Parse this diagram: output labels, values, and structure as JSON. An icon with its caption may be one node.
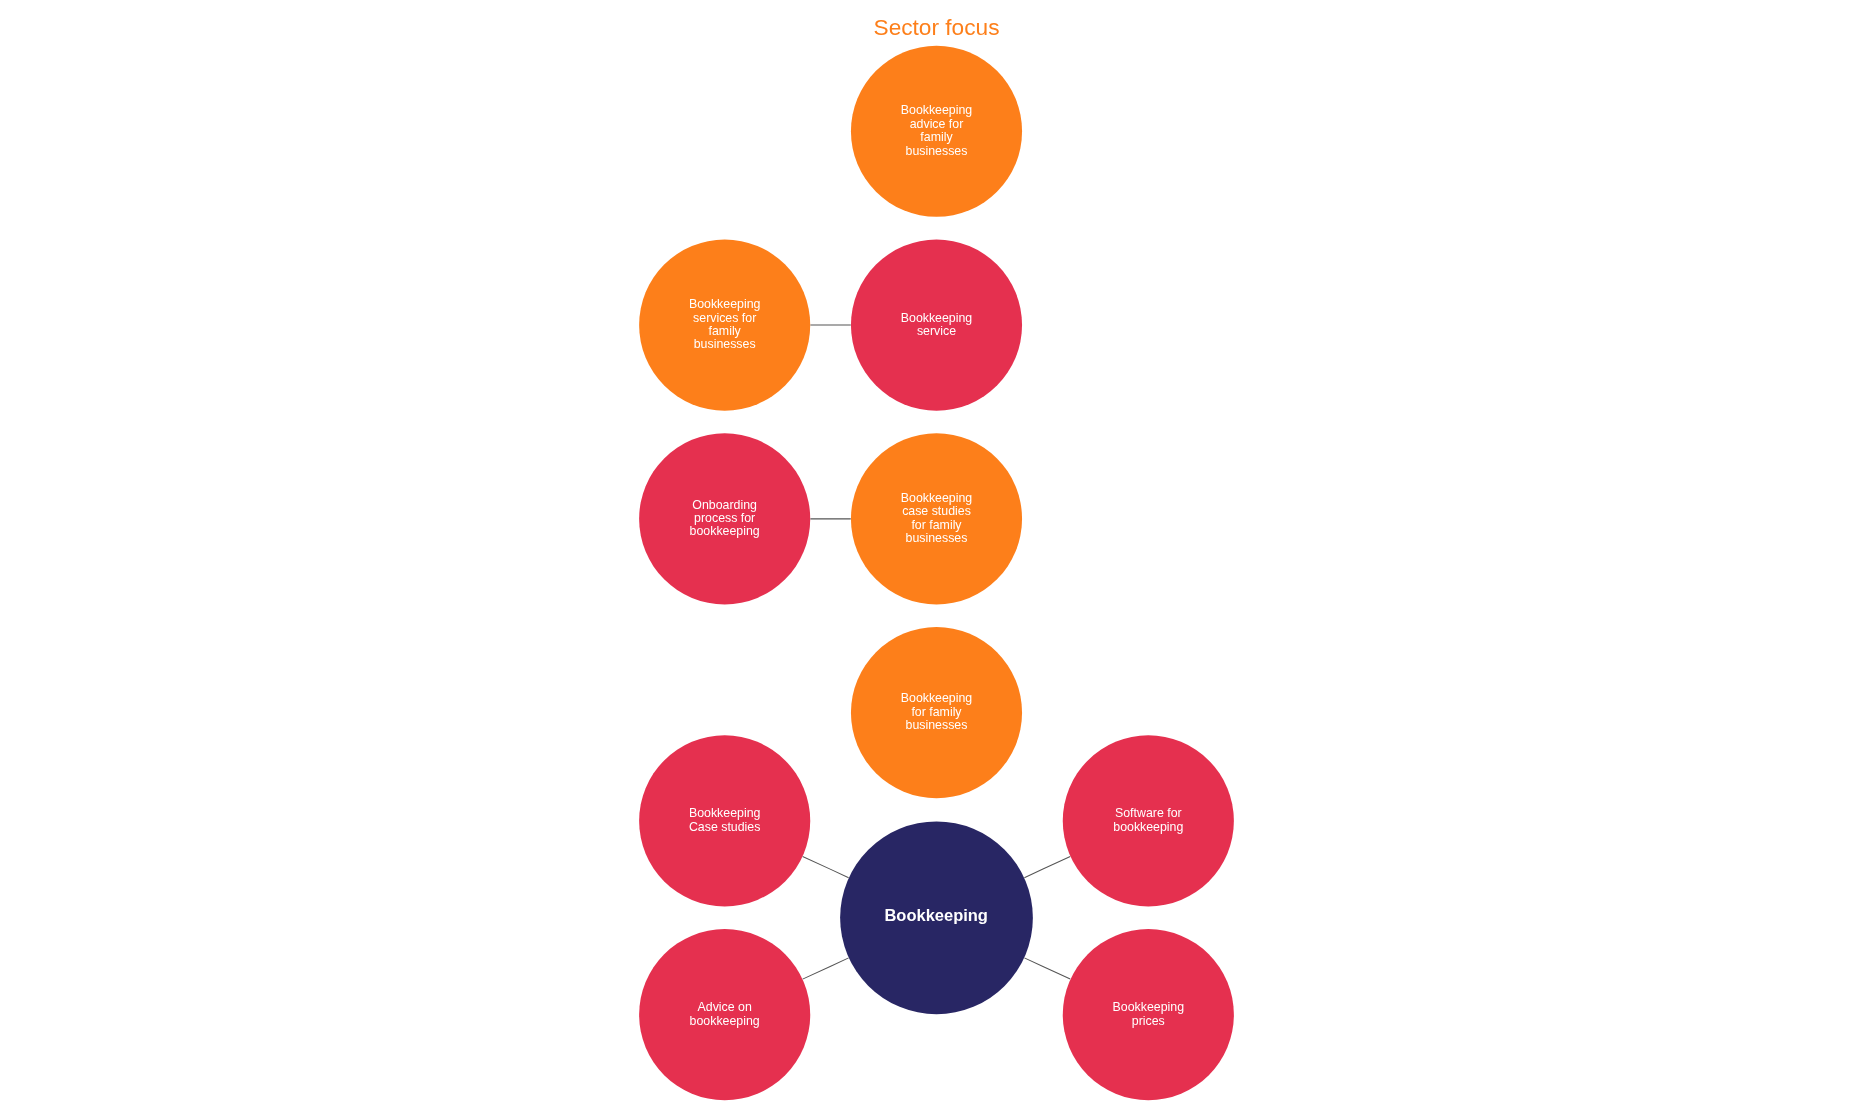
{
  "diagram": {
    "title": "Sector focus",
    "nodes": [
      {
        "text": [
          "Bookkeeping"
        ]
      },
      {
        "text": [
          "Bookkeeping for family businesses"
        ]
      },
      {
        "text": [
          "Bookkeeping case studies for family businesses"
        ]
      },
      {
        "text": [
          "Bookkeeping services for family businesses"
        ]
      },
      {
        "text": [
          "Bookkeeping advice for  family businesses"
        ]
      },
      {
        "text": [
          "Bookkeeping Case studies"
        ]
      },
      {
        "text": [
          "Software for bookkeeping"
        ]
      },
      {
        "text": [
          "Onboarding process for bookkeeping"
        ]
      },
      {
        "text": [
          "Bookkeeping service"
        ]
      },
      {
        "text": [
          "Advice on bookkeeping"
        ]
      },
      {
        "text": [
          "Bookkeeping prices"
        ]
      }
    ],
    "edges": [
      {
        "from": 0,
        "to": 5,
        "arrow": "none"
      },
      {
        "from": 0,
        "to": 6,
        "arrow": "none"
      },
      {
        "from": 7,
        "to": 2,
        "arrow": "none"
      },
      {
        "from": 3,
        "to": 8,
        "arrow": "none"
      },
      {
        "from": 0,
        "to": 9,
        "arrow": "none"
      },
      {
        "from": 0,
        "to": 10,
        "arrow": "none"
      }
    ]
  }
}
